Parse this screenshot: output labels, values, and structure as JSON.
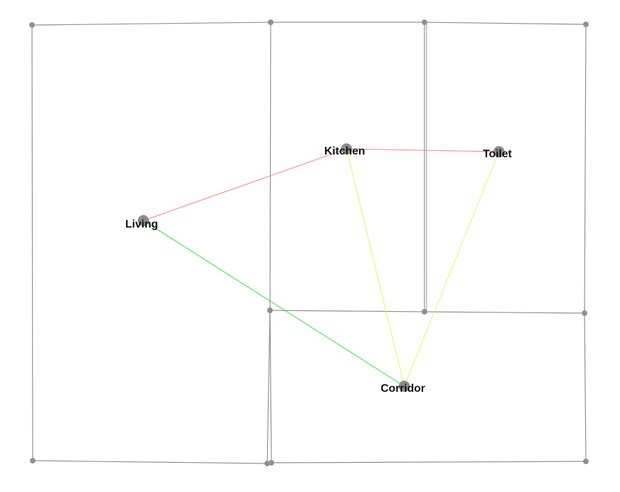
{
  "rooms": [
    {
      "id": "living",
      "label": "Living"
    },
    {
      "id": "kitchen",
      "label": "Kitchen"
    },
    {
      "id": "toilet",
      "label": "Toilet"
    },
    {
      "id": "corridor",
      "label": "Corridor"
    }
  ],
  "connections": [
    {
      "from": "living",
      "to": "kitchen",
      "color": "#ff8080"
    },
    {
      "from": "kitchen",
      "to": "toilet",
      "color": "#ff8080"
    },
    {
      "from": "living",
      "to": "corridor",
      "color": "#33dd33"
    },
    {
      "from": "kitchen",
      "to": "corridor",
      "color": "#eeee66"
    },
    {
      "from": "toilet",
      "to": "corridor",
      "color": "#eeee66"
    }
  ],
  "colors": {
    "wall": "#909090",
    "wall_node": "#909090",
    "room_node": "#8c8c8c",
    "label": "#111111",
    "background": "#ffffff"
  }
}
